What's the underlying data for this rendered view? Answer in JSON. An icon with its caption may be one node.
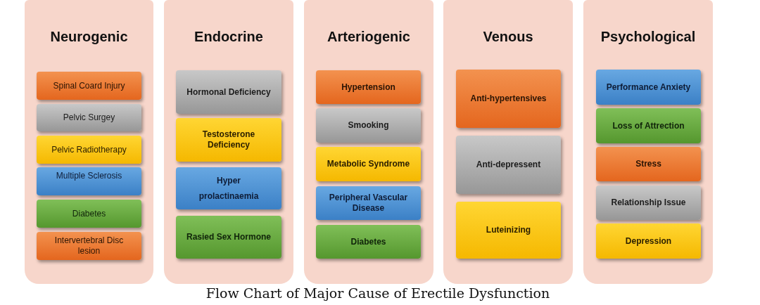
{
  "diagram": {
    "caption": "Flow Chart of Major Cause of Erectile Dysfunction",
    "nodes": [
      {
        "text": [
          "Neurogenic"
        ]
      },
      {
        "text": [
          "Spinal Coard Injury"
        ],
        "in": 0
      },
      {
        "text": [
          "Pelvic Surgey"
        ],
        "in": 0
      },
      {
        "text": [
          "Pelvic Radiotherapy"
        ],
        "in": 0
      },
      {
        "text": [
          "Multiple Sclerosis"
        ],
        "in": 0
      },
      {
        "text": [
          "Diabetes"
        ],
        "in": 0
      },
      {
        "text": [
          "Intervertebral Disc lesion"
        ],
        "in": 0
      },
      {
        "text": [
          "Endocrine"
        ]
      },
      {
        "text": [
          "Hormonal Deficiency"
        ],
        "in": 7
      },
      {
        "text": [
          "Testosterone Deficiency"
        ],
        "in": 7
      },
      {
        "text": [
          "Hyper prolactinaemia"
        ],
        "in": 7
      },
      {
        "text": [
          "Rasied Sex Hormone"
        ],
        "in": 7
      },
      {
        "text": [
          "Arteriogenic"
        ]
      },
      {
        "text": [
          "Hypertension"
        ],
        "in": 12
      },
      {
        "text": [
          "Smooking"
        ],
        "in": 12
      },
      {
        "text": [
          "Metabolic Syndrome"
        ],
        "in": 12
      },
      {
        "text": [
          "Peripheral Vascular Disease"
        ],
        "in": 12
      },
      {
        "text": [
          "Diabetes"
        ],
        "in": 12
      },
      {
        "text": [
          "Venous"
        ]
      },
      {
        "text": [
          "Anti-hypertensives"
        ],
        "in": 18
      },
      {
        "text": [
          "Anti-depressent"
        ],
        "in": 18
      },
      {
        "text": [
          "Luteinizing"
        ],
        "in": 18
      },
      {
        "text": [
          "Psychological"
        ]
      },
      {
        "text": [
          "Performance Anxiety"
        ],
        "in": 22
      },
      {
        "text": [
          "Loss of Attrection"
        ],
        "in": 22
      },
      {
        "text": [
          "Stress"
        ],
        "in": 22
      },
      {
        "text": [
          "Relationship Issue"
        ],
        "in": 22
      },
      {
        "text": [
          "Depression"
        ],
        "in": 22
      }
    ]
  }
}
